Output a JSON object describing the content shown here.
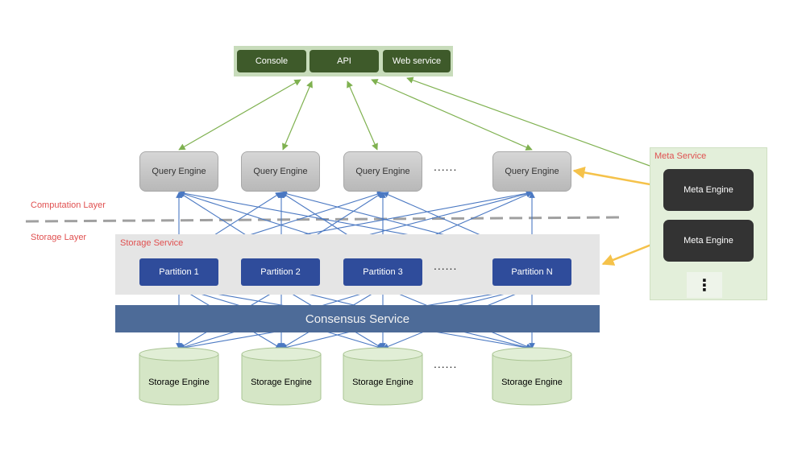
{
  "labels": {
    "computation_layer": "Computation Layer",
    "storage_layer": "Storage Layer",
    "storage_service": "Storage Service",
    "meta_service": "Meta Service",
    "consensus_service": "Consensus Service"
  },
  "top_services": [
    "Console",
    "API",
    "Web service"
  ],
  "query_engines": [
    "Query Engine",
    "Query Engine",
    "Query Engine",
    "Query Engine"
  ],
  "partitions": [
    "Partition 1",
    "Partition 2",
    "Partition 3",
    "Partition N"
  ],
  "storage_engines": [
    "Storage Engine",
    "Storage Engine",
    "Storage Engine",
    "Storage Engine"
  ],
  "meta_engines": [
    "Meta Engine",
    "Meta Engine"
  ],
  "ellipsis_text": "......",
  "meta_more_text": "⋮",
  "colors": {
    "top_service_fill": "#3e5a2a",
    "top_service_band": "#c8dcbb",
    "api_link": "#7fb150",
    "data_link": "#4a78c2",
    "meta_link": "#f5c24a",
    "partition_fill": "#2f4c9b",
    "consensus_fill": "#4d6b98",
    "storage_engine_fill": "#d5e6c6",
    "meta_engine_fill": "#333333",
    "meta_panel_fill": "#e3efda",
    "layer_label": "#e05050"
  }
}
